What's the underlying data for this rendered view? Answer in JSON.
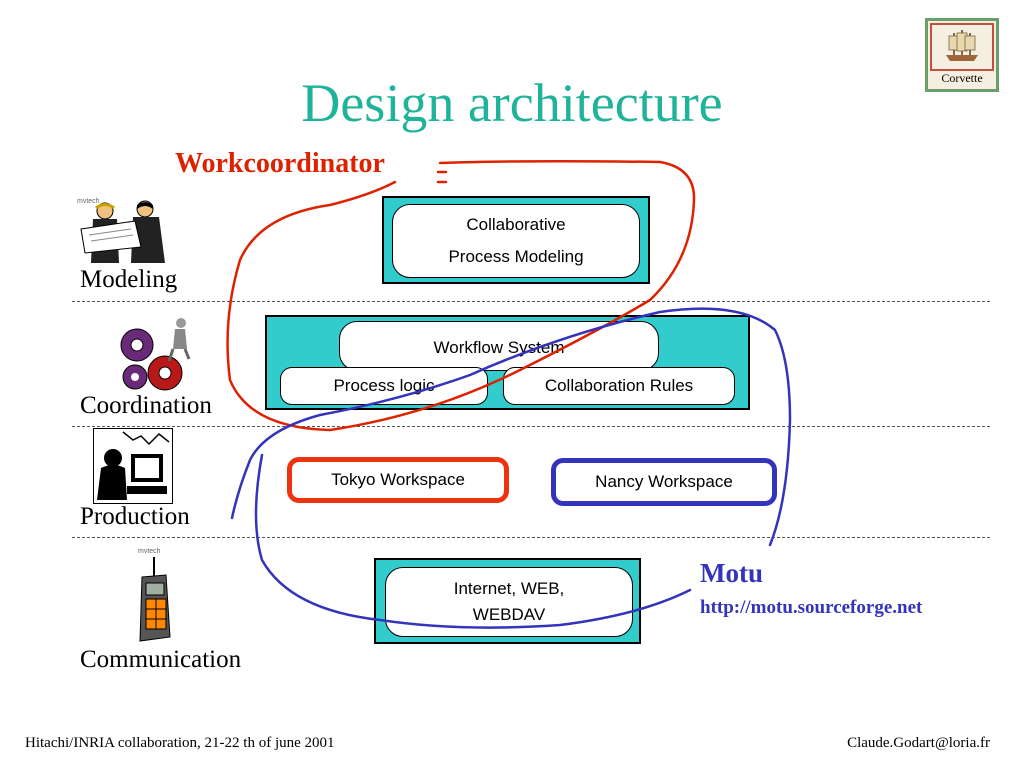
{
  "title": "Design architecture",
  "logo": {
    "text": "Corvette"
  },
  "layers": {
    "modeling": "Modeling",
    "coordination": "Coordination",
    "production": "Production",
    "communication": "Communication"
  },
  "boxes": {
    "collab_line1": "Collaborative",
    "collab_line2": "Process Modeling",
    "workflow": "Workflow System",
    "process_logic": "Process logic",
    "collab_rules": "Collaboration Rules",
    "tokyo": "Tokyo Workspace",
    "nancy": "Nancy Workspace",
    "internet_line1": "Internet, WEB,",
    "internet_line2": "WEBDAV"
  },
  "annotations": {
    "workcoordinator": "Workcoordinator",
    "motu": "Motu",
    "motu_url": "http://motu.sourceforge.net"
  },
  "footer": {
    "left": "Hitachi/INRIA collaboration, 21-22 th of june 2001",
    "right": "Claude.Godart@loria.fr"
  },
  "colors": {
    "title": "#1fb399",
    "teal": "#33cccc",
    "workcoordinator": "#dd2200",
    "motu": "#3333bb"
  },
  "icons": [
    "business-people-icon",
    "gears-person-icon",
    "computer-worker-icon",
    "mobile-phone-icon"
  ]
}
